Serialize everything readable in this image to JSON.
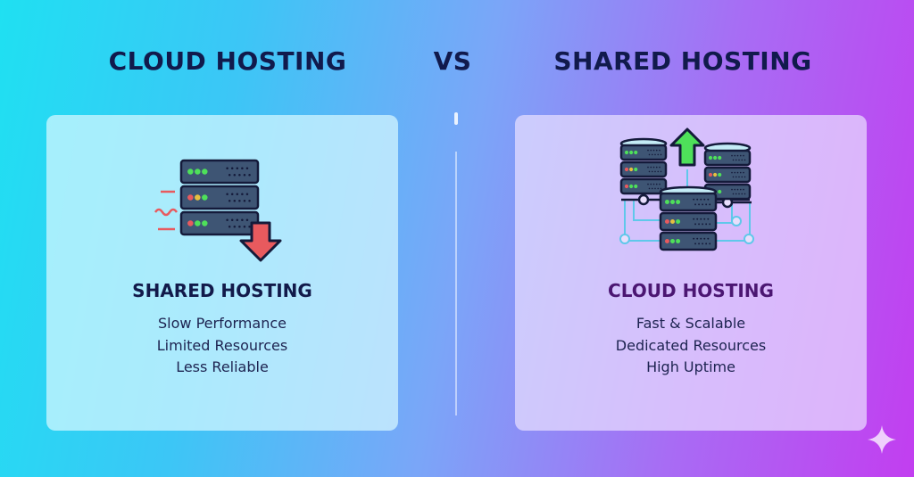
{
  "header": {
    "left": "CLOUD HOSTING",
    "vs": "VS",
    "right": "SHARED HOSTING"
  },
  "left_card": {
    "title": "SHARED HOSTING",
    "lines": [
      "Slow Performance",
      "Limited Resources",
      "Less Reliable"
    ],
    "icon": "server-down-arrow-icon"
  },
  "right_card": {
    "title": "CLOUD HOSTING",
    "lines": [
      "Fast & Scalable",
      "Dedicated Resources",
      "High Uptime"
    ],
    "icon": "cloud-servers-up-arrow-icon"
  },
  "colors": {
    "navy": "#111a4c",
    "purple": "#4b1672",
    "down_arrow": "#e85a5e",
    "up_arrow": "#4ee05a"
  }
}
